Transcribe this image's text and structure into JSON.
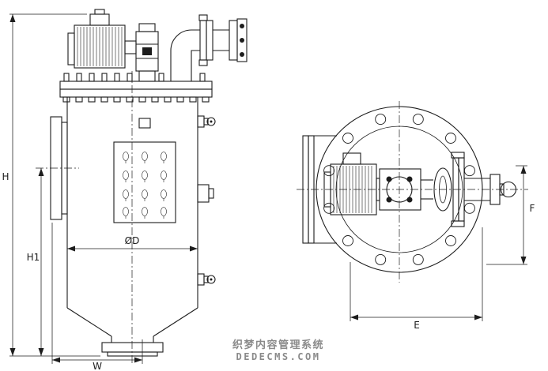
{
  "drawing": {
    "dimensions": {
      "h": "H",
      "h1": "H1",
      "w": "W",
      "d": "ØD",
      "e": "E",
      "f": "F"
    },
    "watermark": {
      "line1": "织梦内容管理系统",
      "line2": "DEDECMS.COM"
    },
    "colors": {
      "line": "#1d1d1d",
      "watermark": "#8a8a8a",
      "background": "#ffffff"
    }
  }
}
